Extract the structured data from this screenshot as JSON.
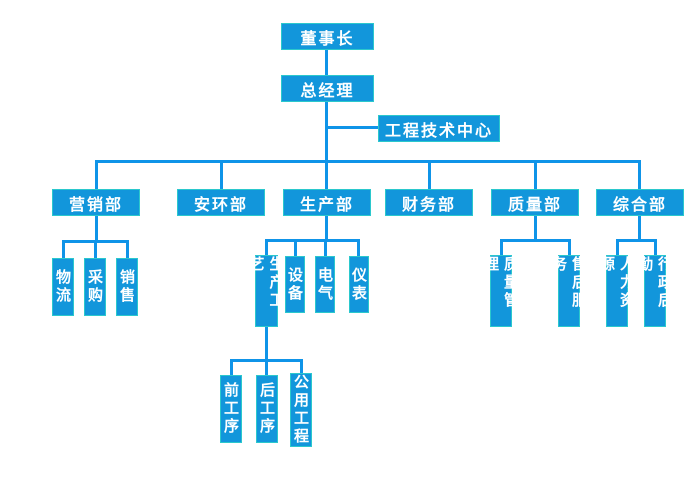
{
  "colors": {
    "background": "#ffffff",
    "node_fill": "#1296db",
    "node_border": "#2bc8cd",
    "node_text": "#ffffff",
    "connector": "#0f94e8"
  },
  "org": {
    "chairman": {
      "label": "董事长"
    },
    "general_manager": {
      "label": "总经理"
    },
    "engineering_center": {
      "label": "工程技术中心"
    },
    "departments": [
      {
        "label": "营销部",
        "children": [
          {
            "label": "物流"
          },
          {
            "label": "采购"
          },
          {
            "label": "销售"
          }
        ]
      },
      {
        "label": "安环部",
        "children": []
      },
      {
        "label": "生产部",
        "children": [
          {
            "label": "生产工艺",
            "children": [
              {
                "label": "前工序"
              },
              {
                "label": "后工序"
              },
              {
                "label": "公用工程"
              }
            ]
          },
          {
            "label": "设备"
          },
          {
            "label": "电气"
          },
          {
            "label": "仪表"
          }
        ]
      },
      {
        "label": "财务部",
        "children": []
      },
      {
        "label": "质量部",
        "children": [
          {
            "label": "质量管理"
          },
          {
            "label": "售后服务"
          }
        ]
      },
      {
        "label": "综合部",
        "children": [
          {
            "label": "人力资源"
          },
          {
            "label": "行政后勤"
          }
        ]
      }
    ]
  }
}
